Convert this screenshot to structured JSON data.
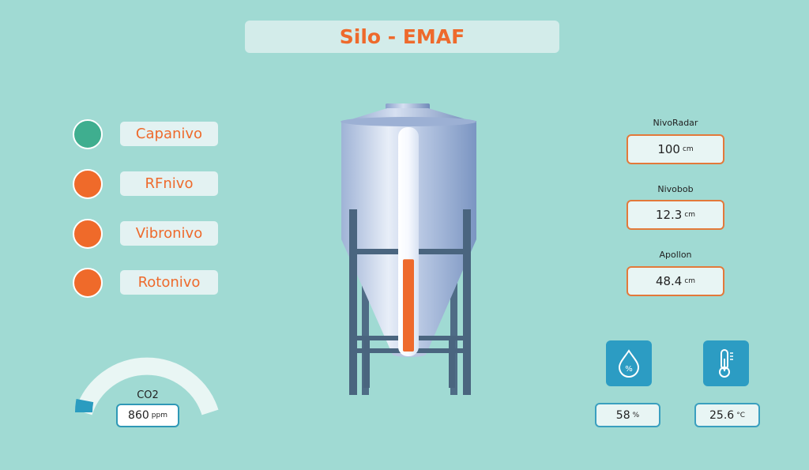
{
  "title": "Silo - EMAF",
  "colors": {
    "background": "#a0dad3",
    "accent": "#ee6a2c",
    "ok": "#3fae8f",
    "alarm": "#ef6a2a",
    "blue": "#2c9cc3"
  },
  "indicators": [
    {
      "label": "Capanivo",
      "status": "ok",
      "color": "#3fae8f"
    },
    {
      "label": "RFnivo",
      "status": "alarm",
      "color": "#ef6a2a"
    },
    {
      "label": "Vibronivo",
      "status": "alarm",
      "color": "#ef6a2a"
    },
    {
      "label": "Rotonivo",
      "status": "alarm",
      "color": "#ef6a2a"
    }
  ],
  "sensors": [
    {
      "name": "NivoRadar",
      "value": "100",
      "unit": "cm"
    },
    {
      "name": "Nivobob",
      "value": "12.3",
      "unit": "cm"
    },
    {
      "name": "Apollon",
      "value": "48.4",
      "unit": "cm"
    }
  ],
  "silo": {
    "fill_level_fraction": 0.42,
    "fill_color": "#ee6a2c"
  },
  "co2": {
    "label": "CO2",
    "value": "860",
    "unit": "ppm",
    "gauge_fraction": 0.06
  },
  "humidity": {
    "icon": "humidity-percent-icon",
    "value": "58",
    "unit": "%"
  },
  "temperature": {
    "icon": "thermometer-icon",
    "value": "25.6",
    "unit": "°C"
  }
}
